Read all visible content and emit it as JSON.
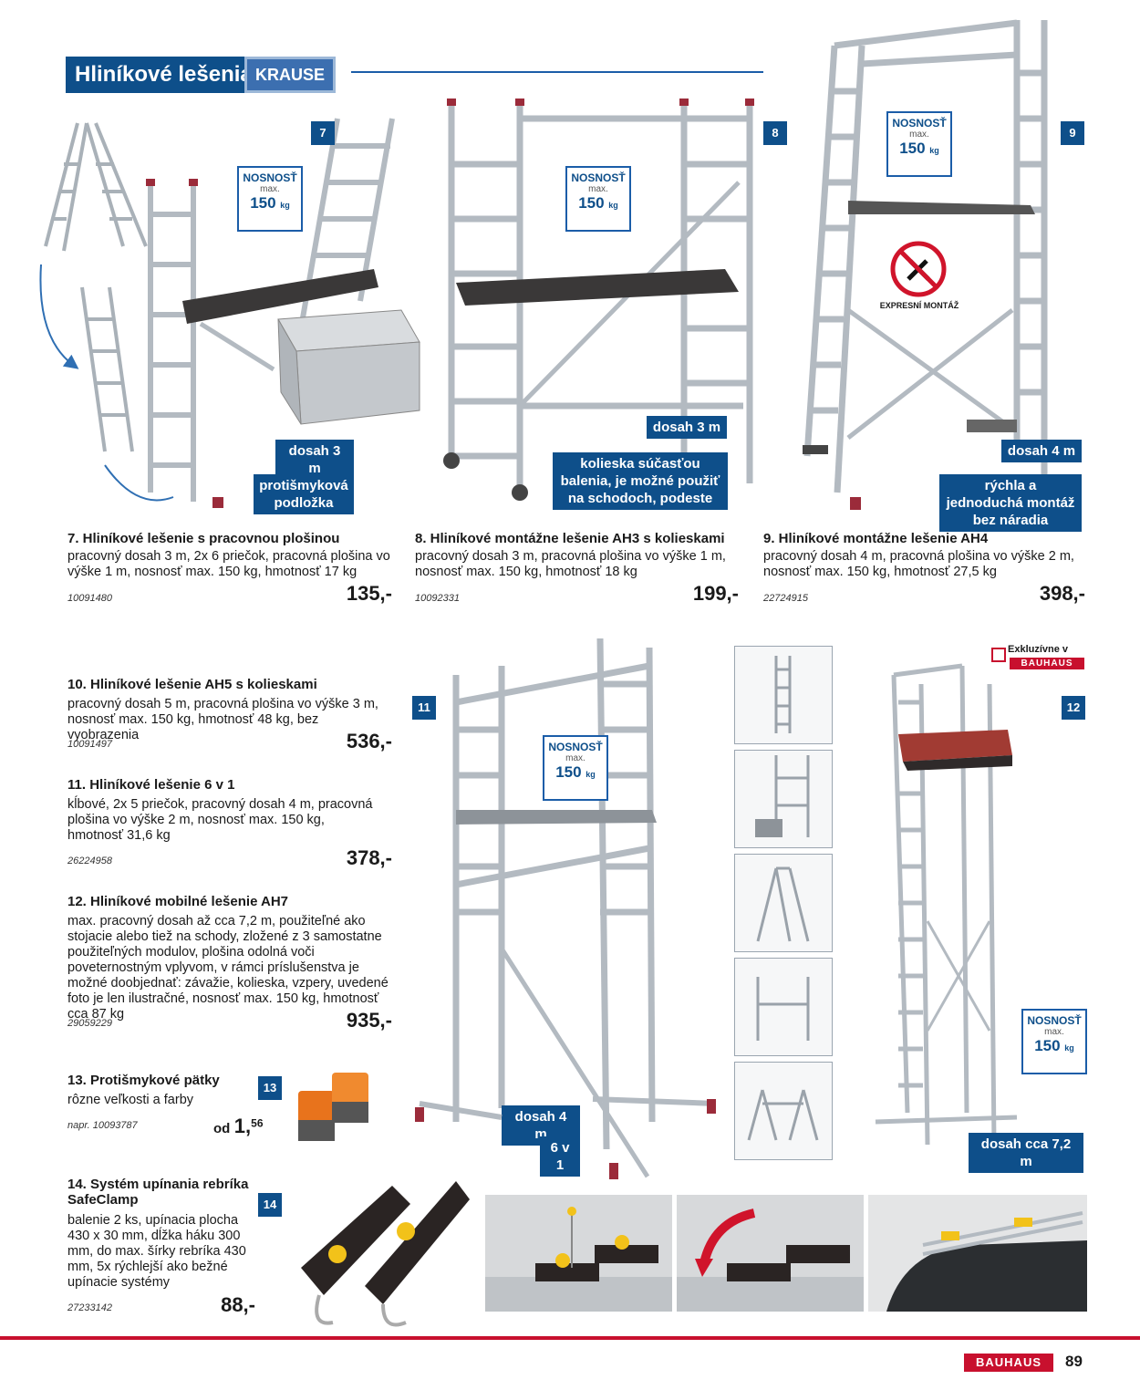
{
  "header": {
    "title": "Hliníkové lešenia",
    "brand": "KRAUSE"
  },
  "capacity": {
    "label": "NOSNOSŤ",
    "max": "max.",
    "value": "150",
    "unit": "kg"
  },
  "badges": {
    "b7": "7",
    "b8": "8",
    "b9": "9",
    "b11": "11",
    "b12": "12",
    "b13": "13",
    "b14": "14"
  },
  "tags": {
    "p7_reach": "dosah 3 m",
    "p7_antislip": "protišmyková podložka",
    "p8_reach": "dosah 3 m",
    "p8_wheels": "kolieska súčasťou balenia, je možné použiť na schodoch, podeste",
    "p9_reach": "dosah 4 m",
    "p9_quick": "rýchla a jednoduchá montáž bez náradia",
    "p9_sign": "EXPRESNÍ MONTÁŽ",
    "p11_reach": "dosah 4 m",
    "p11_6in1": "6 v 1",
    "p12_reach": "dosah cca 7,2 m",
    "exclusive": "Exkluzívne v",
    "exclusive_brand": "BAUHAUS"
  },
  "products": {
    "p7": {
      "title": "7. Hliníkové lešenie s pracovnou plošinou",
      "desc": "pracovný dosah 3 m, 2x 6 priečok, pracovná plošina vo výške 1 m, nosnosť max. 150 kg, hmotnosť 17 kg",
      "code": "10091480",
      "price": "135,-"
    },
    "p8": {
      "title": "8. Hliníkové montážne lešenie AH3 s kolieskami",
      "desc": "pracovný dosah 3 m, pracovná plošina vo výške 1 m, nosnosť max. 150 kg, hmotnosť 18 kg",
      "code": "10092331",
      "price": "199,-"
    },
    "p9": {
      "title": "9. Hliníkové montážne lešenie AH4",
      "desc": "pracovný dosah 4 m, pracovná plošina vo výške 2 m, nosnosť max. 150 kg, hmotnosť 27,5 kg",
      "code": "22724915",
      "price": "398,-"
    },
    "p10": {
      "title": "10. Hliníkové lešenie AH5 s kolieskami",
      "desc": "pracovný dosah 5 m, pracovná plošina vo výške 3 m, nosnosť max. 150 kg, hmotnosť 48 kg, bez vyobrazenia",
      "code": "10091497",
      "price": "536,-"
    },
    "p11": {
      "title": "11. Hliníkové lešenie 6 v 1",
      "desc": "kĺbové, 2x 5 priečok, pracovný dosah 4 m, pracovná plošina vo výške 2 m, nosnosť max. 150 kg, hmotnosť 31,6 kg",
      "code": "26224958",
      "price": "378,-"
    },
    "p12": {
      "title": "12. Hliníkové mobilné lešenie AH7",
      "desc": "max. pracovný dosah až cca 7,2 m, použiteľné ako stojacie alebo tiež na schody, zložené z 3 samostatne použiteľných modulov, plošina odolná voči poveternostným vplyvom, v rámci príslušenstva je možné doobjednať: závažie, kolieska, vzpery, uvedené foto je len ilustračné, nosnosť max. 150 kg, hmotnosť cca 87 kg",
      "code": "29059229",
      "price": "935,-"
    },
    "p13": {
      "title": "13. Protišmykové pätky",
      "desc": "rôzne veľkosti a farby",
      "code": "napr. 10093787",
      "price_prefix": "od",
      "price_main": "1,",
      "price_cents": "56"
    },
    "p14": {
      "title": "14. Systém upínania rebríka SafeClamp",
      "desc": "balenie 2 ks, upínacia plocha 430 x 30 mm, dĺžka háku 300 mm, do max. šírky rebríka 430 mm, 5x rýchlejší ako bežné upínacie systémy",
      "code": "27233142",
      "price": "88,-"
    }
  },
  "footer": {
    "brand": "BAUHAUS",
    "page": "89"
  },
  "colors": {
    "primary": "#0e4f8a",
    "accent": "#c8102e"
  }
}
